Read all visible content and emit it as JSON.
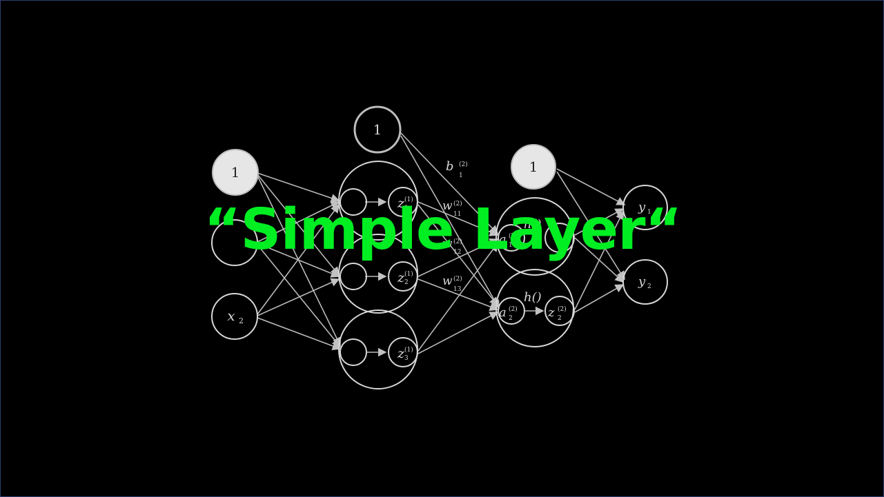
{
  "slide": {
    "title": "“Simple Layer“"
  },
  "diagram": {
    "input_bias": "1",
    "input_x2": "x",
    "input_x2_sub": "2",
    "hidden_bias": "1",
    "hidden_z1": "z",
    "hidden_z1_sup": "(1)",
    "hidden_z1_sub": "1",
    "hidden_z2": "z",
    "hidden_z2_sup": "(1)",
    "hidden_z2_sub": "2",
    "hidden_z3": "z",
    "hidden_z3_sup": "(1)",
    "hidden_z3_sub": "3",
    "weight_b": "b",
    "weight_b_sup": "(2)",
    "weight_b_sub": "1",
    "weight_w11": "w",
    "weight_w11_sup": "(2)",
    "weight_w11_sub": "11",
    "weight_w12": "w",
    "weight_w12_sup": "(2)",
    "weight_w12_sub": "12",
    "weight_w13": "w",
    "weight_w13_sup": "(2)",
    "weight_w13_sub": "13",
    "layer2_bias": "1",
    "act_h1": "h()",
    "act_h2": "h()",
    "a1": "a",
    "a1_sup": "(2)",
    "a1_sub": "1",
    "a2": "a",
    "a2_sup": "(2)",
    "a2_sub": "2",
    "z22": "z",
    "z22_sup": "(2)",
    "z22_sub": "2",
    "out_y1": "y",
    "out_y1_sub": "1",
    "out_y2": "y",
    "out_y2_sub": "2",
    "colors": {
      "title": "#00ee22",
      "stroke": "#d8d8d8",
      "bias_fill": "#e6e6e6"
    }
  }
}
